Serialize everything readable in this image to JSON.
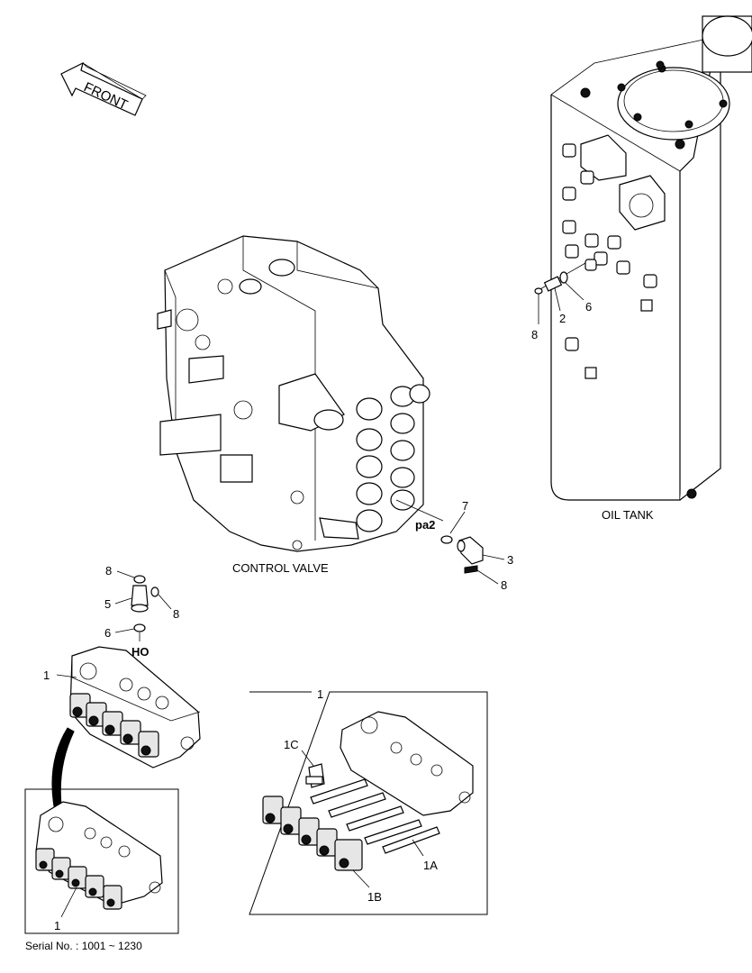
{
  "direction_arrow": {
    "label": "FRONT"
  },
  "assemblies": {
    "control_valve": "CONTROL VALVE",
    "oil_tank": "OIL TANK"
  },
  "ports": {
    "pa2": "pa2",
    "ho": "HO"
  },
  "callouts": {
    "c1_valve": "1",
    "c1_inset": "1",
    "c1_box": "1",
    "c1a": "1A",
    "c1b": "1B",
    "c1c": "1C",
    "c2": "2",
    "c3": "3",
    "c5": "5",
    "c6_tank": "6",
    "c6_valve": "6",
    "c7": "7",
    "c8_tank": "8",
    "c8_pa2": "8",
    "c8_top": "8",
    "c8_side": "8"
  },
  "serial_note": "Serial No. : 1001 ~ 1230"
}
